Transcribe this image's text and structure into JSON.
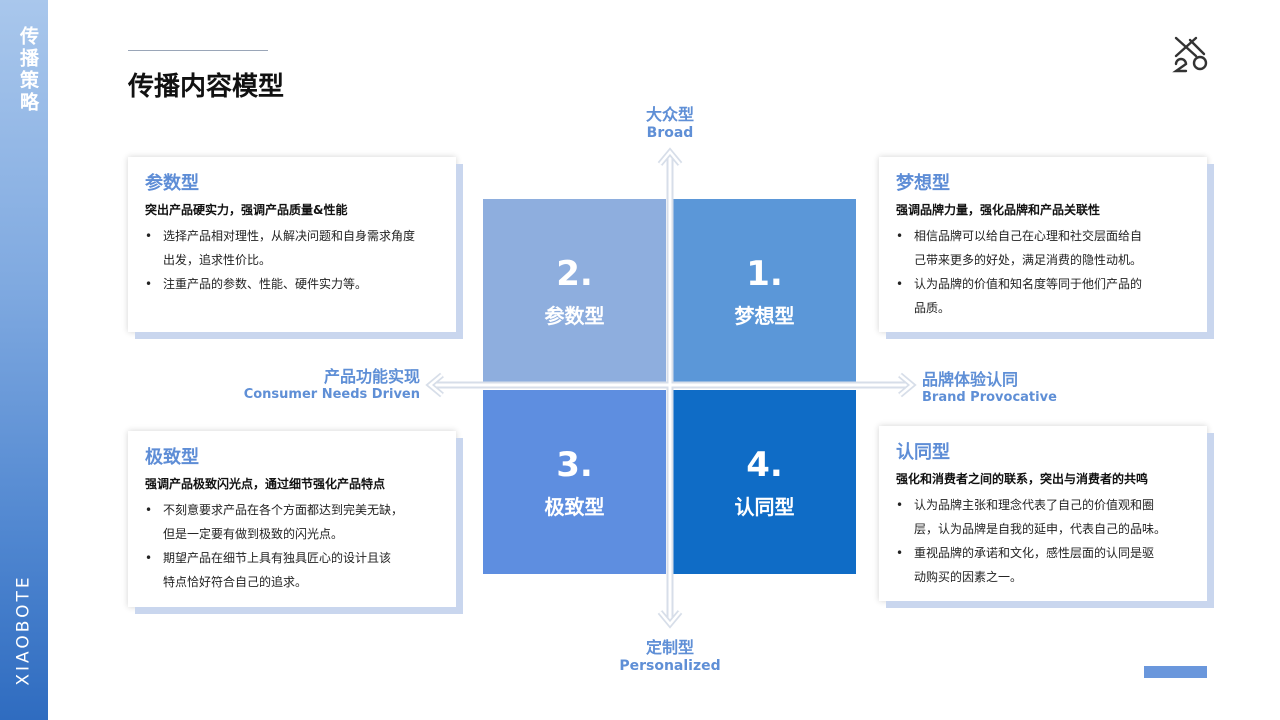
{
  "side": {
    "title": "传播策略",
    "brand": "XIAOBOTE"
  },
  "page": {
    "title": "传播内容模型"
  },
  "axes": {
    "top": {
      "cn": "大众型",
      "en": "Broad"
    },
    "bottom": {
      "cn": "定制型",
      "en": "Personalized"
    },
    "left": {
      "cn": "产品功能实现",
      "en": "Consumer Needs Driven"
    },
    "right": {
      "cn": "品牌体验认同",
      "en": "Brand Provocative"
    }
  },
  "quadrants": {
    "q1": {
      "num": "1.",
      "name": "梦想型",
      "color": "#5b97d8"
    },
    "q2": {
      "num": "2.",
      "name": "参数型",
      "color": "#8eaede"
    },
    "q3": {
      "num": "3.",
      "name": "极致型",
      "color": "#5e8ee0"
    },
    "q4": {
      "num": "4.",
      "name": "认同型",
      "color": "#0f6cc6"
    }
  },
  "cards": {
    "tl": {
      "title": "参数型",
      "lead": "突出产品硬实力，强调产品质量&性能",
      "items": [
        "选择产品相对理性，从解决问题和自身需求角度",
        "出发，追求性价比。",
        "注重产品的参数、性能、硬件实力等。"
      ]
    },
    "tr": {
      "title": "梦想型",
      "lead": "强调品牌力量，强化品牌和产品关联性",
      "items": [
        "相信品牌可以给自己在心理和社交层面给自",
        "己带来更多的好处，满足消费的隐性动机。",
        "认为品牌的价值和知名度等同于他们产品的",
        "品质。"
      ]
    },
    "bl": {
      "title": "极致型",
      "lead": "强调产品极致闪光点，通过细节强化产品特点",
      "items": [
        "不刻意要求产品在各个方面都达到完美无缺，",
        "但是一定要有做到极致的闪光点。",
        "期望产品在细节上具有独具匠心的设计且该",
        "特点恰好符合自己的追求。"
      ]
    },
    "br": {
      "title": "认同型",
      "lead": "强化和消费者之间的联系，突出与消费者的共鸣",
      "items": [
        "认为品牌主张和理念代表了自己的价值观和圈",
        "层，认为品牌是自我的延申，代表自己的品味。",
        "重视品牌的承诺和文化，感性层面的认同是驱",
        "动购买的因素之一。"
      ]
    }
  },
  "colors": {
    "accent": "#5e8dd6",
    "axis": "#d6dde8"
  }
}
